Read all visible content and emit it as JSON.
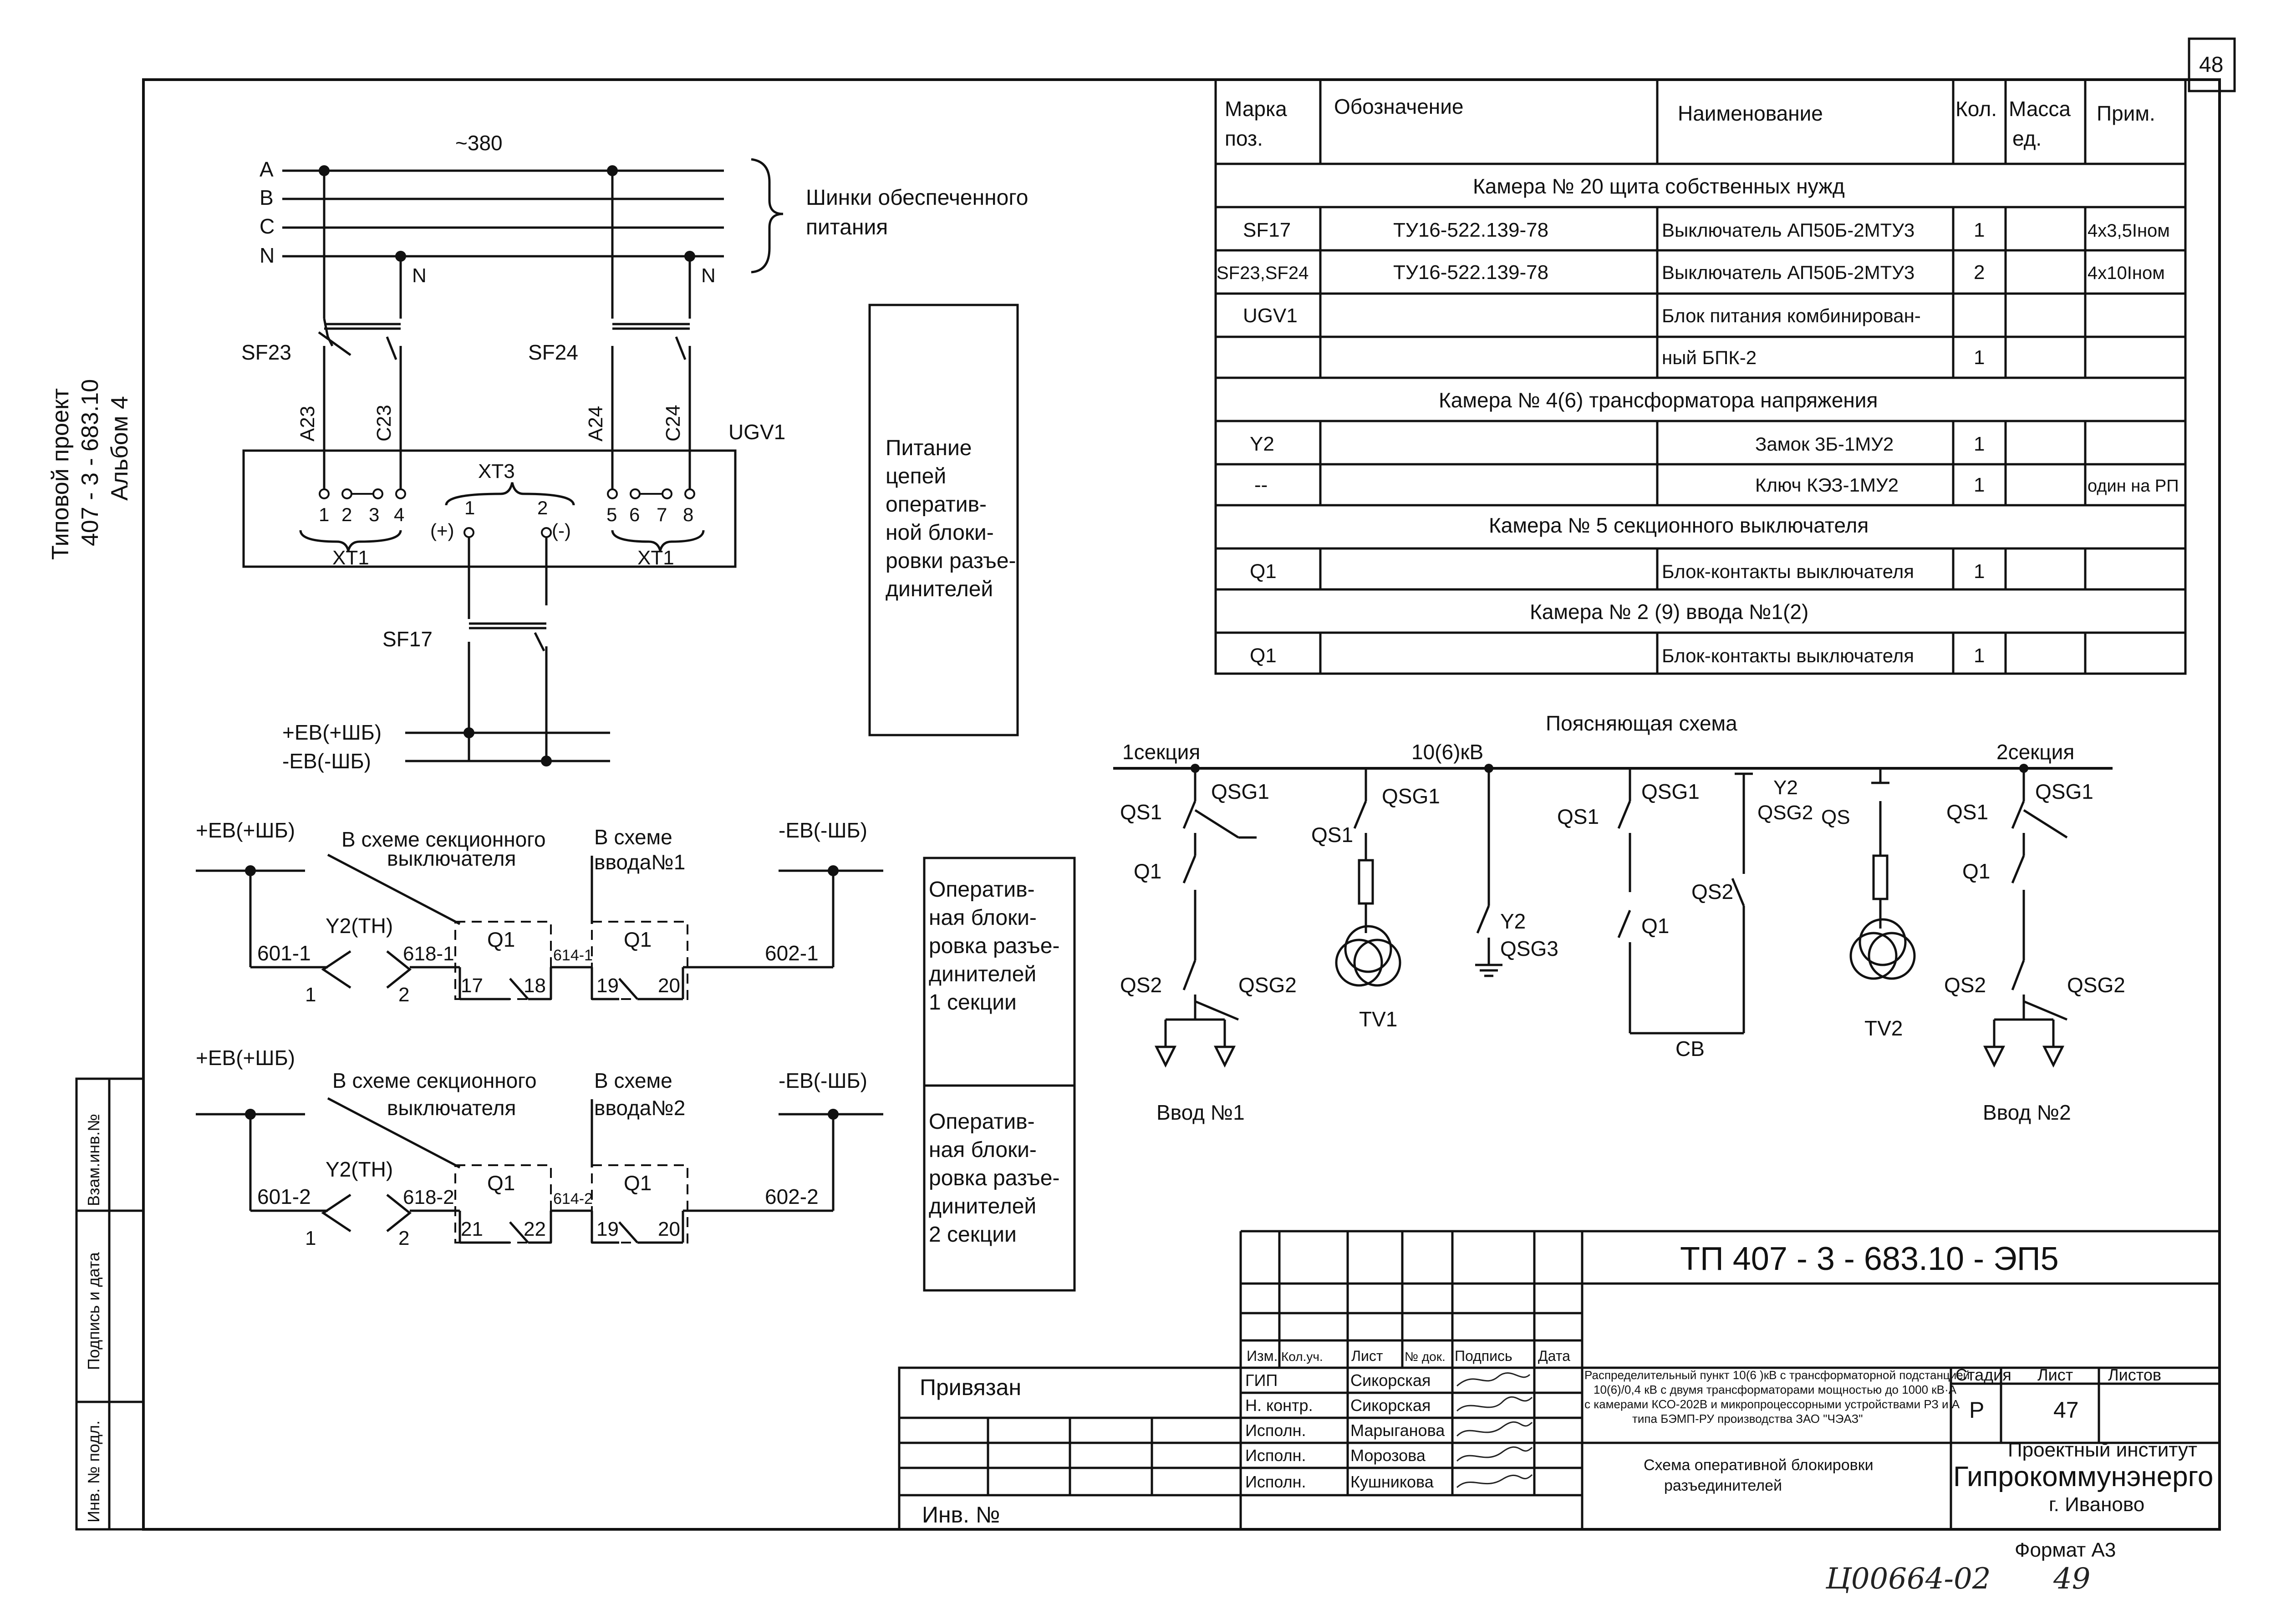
{
  "page_number": "48",
  "side": {
    "project_line1": "Типовой проект",
    "project_line2": "407 - 3 - 683.10",
    "album": "Альбом 4",
    "vzam_inv": "Взам.инв.№",
    "podpis_data": "Подпись и дата",
    "inv_podl": "Инв. № подл."
  },
  "supply": {
    "voltage": "~380",
    "buses": [
      "A",
      "B",
      "C",
      "N"
    ],
    "n_mark": "N",
    "bus_note_l1": "Шинки обеспеченного",
    "bus_note_l2": "питания",
    "sf23": "SF23",
    "sf24": "SF24",
    "sf17": "SF17",
    "a23": "A23",
    "c23": "C23",
    "a24": "A24",
    "c24": "C24",
    "ugv1": "UGV1",
    "xt3": "XT3",
    "xt1": "XT1",
    "term_left": [
      "1",
      "2",
      "3",
      "4"
    ],
    "term_right": [
      "5",
      "6",
      "7",
      "8"
    ],
    "xt3_1": "1",
    "xt3_2": "2",
    "plus": "(+)",
    "minus": "(-)",
    "ev_plus": "+ЕВ(+ШБ)",
    "ev_minus": "-ЕВ(-ШБ)"
  },
  "notes": {
    "power": [
      "Питание",
      "цепей",
      "оператив-",
      "ной блоки-",
      "ровки разъе-",
      "динителей"
    ],
    "block1": [
      "Оператив-",
      "ная блоки-",
      "ровка разъе-",
      "динителей",
      "1 секции"
    ],
    "block2": [
      "Оператив-",
      "ная блоки-",
      "ровка разъе-",
      "динителей",
      "2 секции"
    ]
  },
  "chain1": {
    "ev_plus": "+ЕВ(+ШБ)",
    "ev_minus": "-ЕВ(-ШБ)",
    "sect_l1": "В схеме секционного",
    "sect_l2": "выключателя",
    "vvod_l1": "В схеме",
    "vvod_l2": "ввода№1",
    "w601": "601-1",
    "y2": "Y2(ТН)",
    "w618": "618-1",
    "q1a": "Q1",
    "w614": "614-1",
    "q1b": "Q1",
    "w602": "602-1",
    "n1": "1",
    "n2": "2",
    "c17": "17",
    "c18": "18",
    "c19": "19",
    "c20": "20"
  },
  "chain2": {
    "ev_plus": "+ЕВ(+ШБ)",
    "ev_minus": "-ЕВ(-ШБ)",
    "sect_l1": "В схеме секционного",
    "sect_l2": "выключателя",
    "vvod_l1": "В схеме",
    "vvod_l2": "ввода№2",
    "w601": "601-2",
    "y2": "Y2(ТН)",
    "w618": "618-2",
    "q1a": "Q1",
    "w614": "614-2",
    "q1b": "Q1",
    "w602": "602-2",
    "n1": "1",
    "n2": "2",
    "c17": "21",
    "c18": "22",
    "c19": "19",
    "c20": "20"
  },
  "spec_table": {
    "headers": [
      "Марка поз.",
      "Обозначение",
      "Наименование",
      "Кол.",
      "Масса ед.",
      "Прим."
    ],
    "h_marka_1": "Марка",
    "h_marka_2": "поз.",
    "h_massa_1": "Масса",
    "h_massa_2": "ед.",
    "rows": [
      {
        "section": "Камера  № 20 щита собственных нужд"
      },
      {
        "mark": "SF17",
        "desig": "ТУ16-522.139-78",
        "name": "Выключатель АП50Б-2МТУ3",
        "qty": "1",
        "mass": "",
        "note": "4х3,5Iном"
      },
      {
        "mark": "SF23,SF24",
        "desig": "ТУ16-522.139-78",
        "name": "Выключатель АП50Б-2МТУ3",
        "qty": "2",
        "mass": "",
        "note": "4х10Iном"
      },
      {
        "mark": "UGV1",
        "desig": "",
        "name": "Блок питания комбинирован-",
        "qty": "",
        "mass": "",
        "note": ""
      },
      {
        "mark": "",
        "desig": "",
        "name": "ный БПК-2",
        "qty": "1",
        "mass": "",
        "note": ""
      },
      {
        "section": "Камера  № 4(6) трансформатора напряжения"
      },
      {
        "mark": "Y2",
        "desig": "",
        "name": "Замок 3Б-1МУ2",
        "qty": "1",
        "mass": "",
        "note": ""
      },
      {
        "mark": "--",
        "desig": "",
        "name": "Ключ КЭЗ-1МУ2",
        "qty": "1",
        "mass": "",
        "note": "один на РП"
      },
      {
        "section": "Камера № 5 секционного выключателя"
      },
      {
        "mark": "Q1",
        "desig": "",
        "name": "Блок-контакты выключателя",
        "qty": "1",
        "mass": "",
        "note": ""
      },
      {
        "section": "Камера № 2 (9) ввода №1(2)"
      },
      {
        "mark": "Q1",
        "desig": "",
        "name": "Блок-контакты выключателя",
        "qty": "1",
        "mass": "",
        "note": ""
      }
    ]
  },
  "explain": {
    "title": "Поясняющая схема",
    "sec1": "1секция",
    "volt": "10(6)кВ",
    "sec2": "2секция",
    "qs1": "QS1",
    "qsg1": "QSG1",
    "q1": "Q1",
    "qs2": "QS2",
    "qsg2": "QSG2",
    "tv1": "TV1",
    "tv2": "TV2",
    "y2": "Y2",
    "qsg3": "QSG3",
    "cb": "СВ",
    "qs": "QS",
    "vvod1": "Ввод №1",
    "vvod2": "Ввод №2"
  },
  "stamp": {
    "doc_code": "ТП  407 - 3 - 683.10 - ЭП5",
    "privyazan": "Привязан",
    "inv": "Инв. №",
    "col_heads": [
      "Изм.",
      "Кол.уч.",
      "Лист",
      "№ док.",
      "Подпись",
      "Дата"
    ],
    "roles": [
      "ГИП",
      "Н. контр.",
      "Исполн.",
      "Исполн.",
      "Исполн."
    ],
    "names": [
      "Сикорская",
      "Сикорская",
      "Марыганова",
      "Морозова",
      "Кушникова"
    ],
    "desc_lines": [
      "Распределительный пункт 10(6 )кВ с трансформаторной подстанцией",
      "10(6)/0,4 кВ с двумя трансформаторами мощностью до 1000 кВ·А",
      "с камерами КСО-202В и микропроцессорными устройствами РЗ и А",
      "типа БЭМП-РУ  производства ЗАО \"ЧЭАЗ\""
    ],
    "sheet_title_l1": "Схема оперативной блокировки",
    "sheet_title_l2": "разъединителей",
    "stage_h": "Стадия",
    "sheet_h": "Лист",
    "sheets_h": "Листов",
    "stage": "Р",
    "sheet": "47",
    "sheets": "",
    "inst_l1": "Проектный институт",
    "inst_l2": "Гипрокоммунэнерго",
    "inst_l3": "г. Иваново",
    "format": "Формат А3",
    "handwritten_code": "Ц00664-02",
    "handwritten_num": "49"
  }
}
